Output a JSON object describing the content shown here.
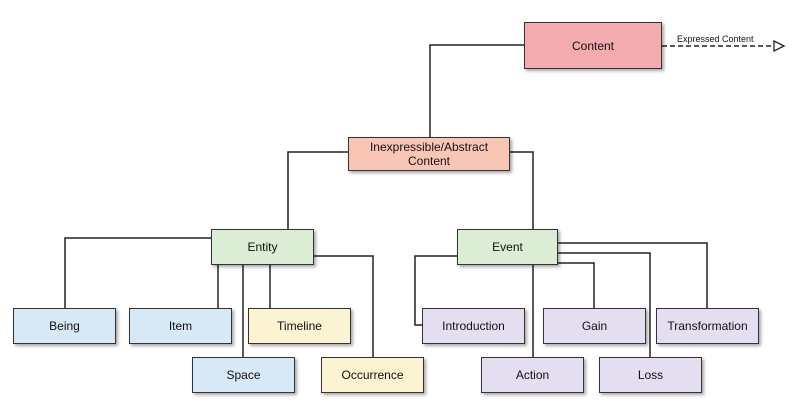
{
  "colors": {
    "content": "#f4abb0",
    "abstract": "#f9c6b6",
    "green": "#dcedd6",
    "blue": "#d7e9f6",
    "yellow": "#fbf3d2",
    "purple": "#e4def0",
    "line": "#222222"
  },
  "nodes": {
    "content": "Content",
    "abstract": "Inexpressible/Abstract Content",
    "entity": "Entity",
    "event": "Event",
    "being": "Being",
    "item": "Item",
    "timeline": "Timeline",
    "space": "Space",
    "occurrence": "Occurrence",
    "introduction": "Introduction",
    "gain": "Gain",
    "transformation": "Transformation",
    "action": "Action",
    "loss": "Loss"
  },
  "edge_label": "Expressed Content"
}
